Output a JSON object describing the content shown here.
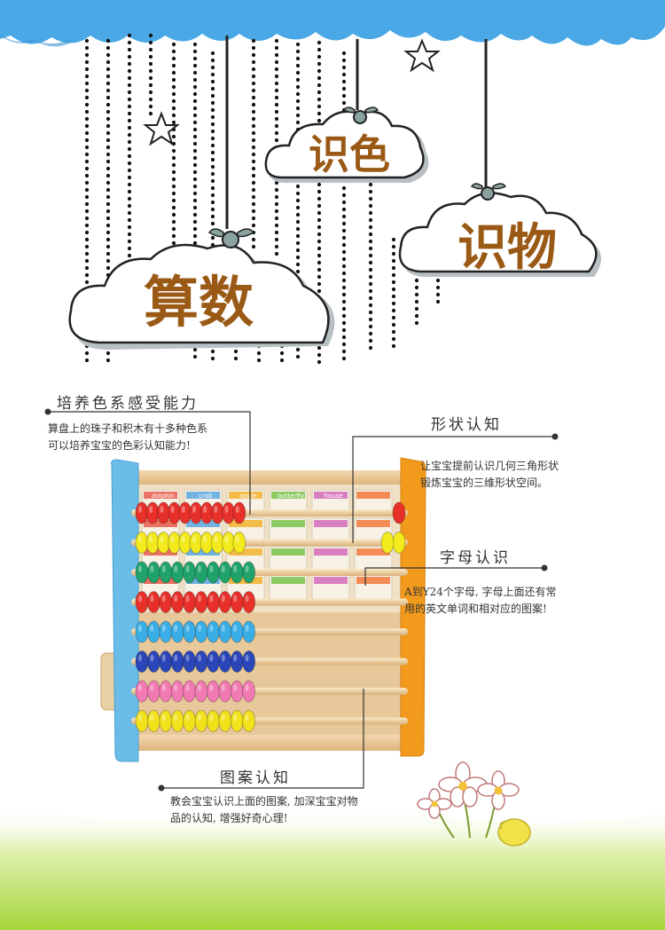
{
  "header": {
    "clouds": [
      {
        "label": "识色"
      },
      {
        "label": "识物"
      },
      {
        "label": "算数"
      }
    ]
  },
  "annotations": {
    "color": {
      "title": "培养色系感受能力",
      "text_line1": "算盘上的珠子和积木有十多种色系",
      "text_line2": "可以培养宝宝的色彩认知能力!"
    },
    "shape": {
      "title": "形状认知",
      "text_line1": "让宝宝提前认识几何三角形状",
      "text_line2": "锻炼宝宝的三维形状空间。"
    },
    "letter": {
      "title": "字母认识",
      "text_line1": "A到Y24个字母, 字母上面还有常",
      "text_line2": "用的英文单词和相对应的图案!"
    },
    "pattern": {
      "title": "图案认知",
      "text_line1": "教会宝宝认识上面的图案, 加深宝宝对物",
      "text_line2": "品的认知, 增强好奇心理!"
    }
  },
  "abacus": {
    "bead_rows": [
      {
        "color": "#e8302a",
        "count": 10
      },
      {
        "color": "#f2ea1c",
        "count": 10
      },
      {
        "color": "#1fa36b",
        "count": 10
      },
      {
        "color": "#e8302a",
        "count": 10
      },
      {
        "color": "#3aaee6",
        "count": 10
      },
      {
        "color": "#2a46b8",
        "count": 10
      },
      {
        "color": "#f27ab2",
        "count": 10
      },
      {
        "color": "#f2e21c",
        "count": 10
      }
    ],
    "block_words": [
      "dolphin",
      "crab",
      "apple",
      "butterfly",
      "house"
    ]
  },
  "colors": {
    "sky_blue": "#4aa8e6",
    "cloud_text": "#9a5a16",
    "grass": "#a8d83c",
    "frame_blue": "#6bbde8",
    "frame_orange": "#f29a1c"
  }
}
